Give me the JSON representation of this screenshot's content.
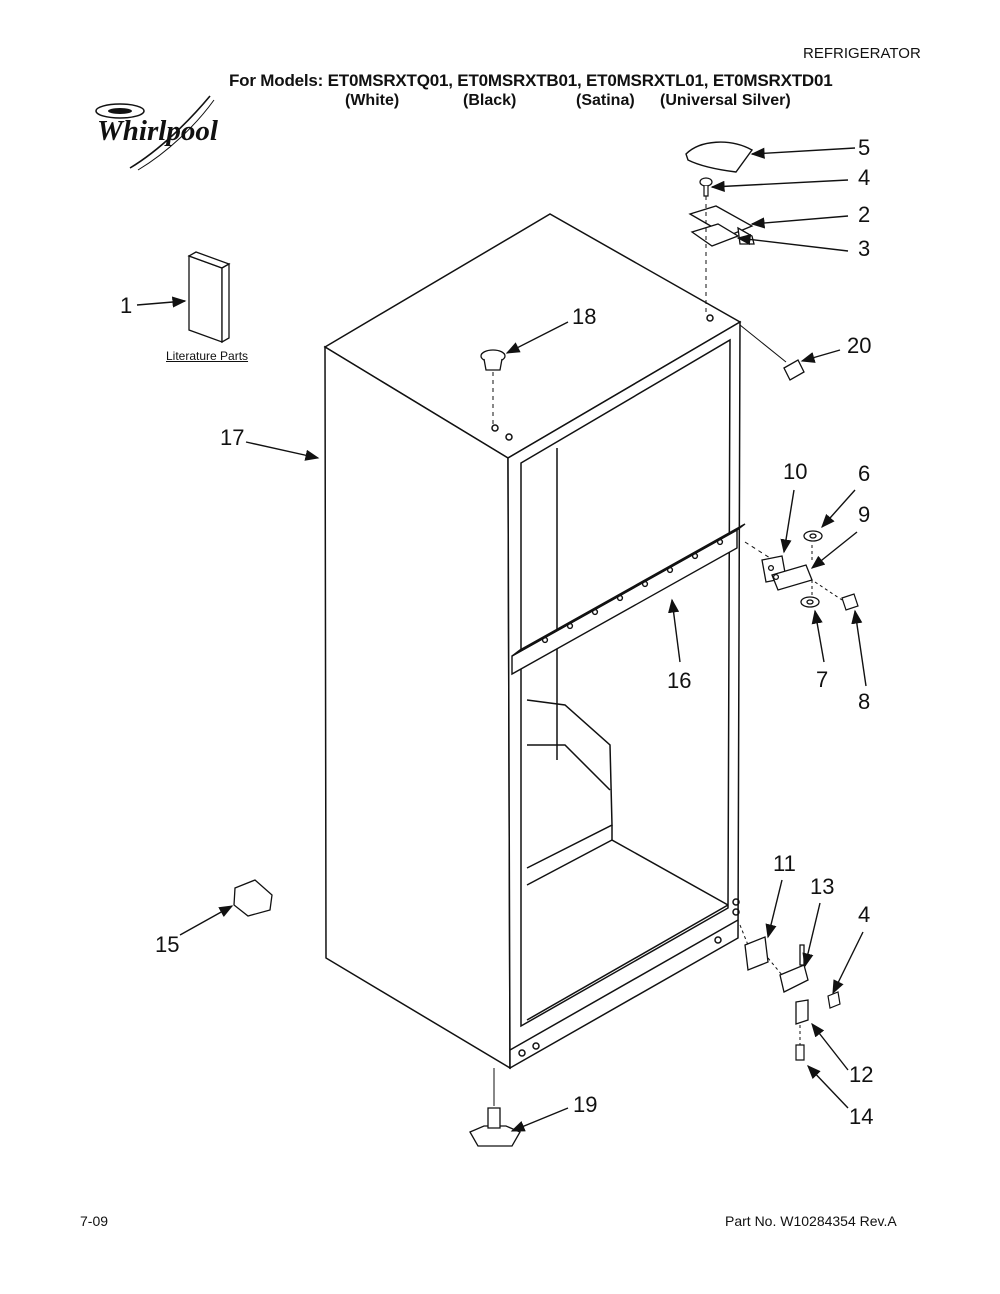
{
  "header": {
    "category": "REFRIGERATOR",
    "models_line": "For Models: ET0MSRXTQ01, ET0MSRXTB01, ET0MSRXTL01, ET0MSRXTD01",
    "variants": [
      "(White)",
      "(Black)",
      "(Satina)",
      "(Universal Silver)"
    ]
  },
  "logo": {
    "brand": "Whirlpool"
  },
  "literature_label": "Literature Parts",
  "callouts": {
    "p1": "1",
    "p2": "2",
    "p3": "3",
    "p4a": "4",
    "p4b": "4",
    "p5": "5",
    "p6": "6",
    "p7": "7",
    "p8": "8",
    "p9": "9",
    "p10": "10",
    "p11": "11",
    "p12": "12",
    "p13": "13",
    "p14": "14",
    "p15": "15",
    "p16": "16",
    "p17": "17",
    "p18": "18",
    "p19": "19",
    "p20": "20"
  },
  "footer": {
    "date": "7-09",
    "part_number": "Part No. W10284354 Rev.A"
  }
}
